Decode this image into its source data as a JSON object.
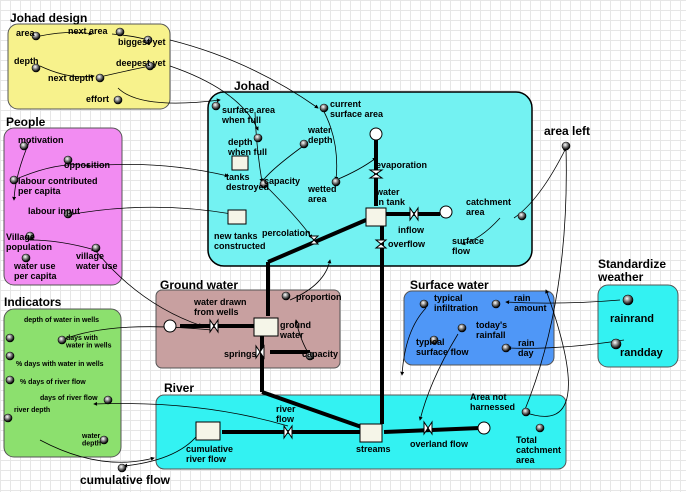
{
  "sectors": {
    "johad_design": "Johad design",
    "johad": "Johad",
    "people": "People",
    "ground_water": "Ground water",
    "surface_water": "Surface water",
    "standardize_weather": "Standardize\nweather",
    "indicators": "Indicators",
    "river": "River"
  },
  "johad_design": {
    "area": "area",
    "next_area": "next area",
    "biggest_yet": "biggest yet",
    "depth": "depth",
    "deepest_yet": "deepest yet",
    "next_depth": "next depth",
    "effort": "effort"
  },
  "johad": {
    "surface_area_when_full": "surface area\nwhen full",
    "current_surface_area": "current\nsurface area",
    "water_depth": "water\ndepth",
    "depth_when_full": "depth\nwhen full",
    "tanks_destroyed": "tanks\ndestroyed",
    "capacity": "capacity",
    "wetted_area": "wetted\narea",
    "evaporation": "evaporation",
    "water_in_tank": "water\nin tank",
    "catchment_area": "catchment\narea",
    "new_tanks_constructed": "new tanks\nconstructed",
    "percolation": "percolation",
    "inflow": "inflow",
    "overflow": "overflow",
    "surface_flow": "surface\nflow"
  },
  "people": {
    "motivation": "motivation",
    "opposition": "opposition",
    "labour_contributed": "labour contributed\nper capita",
    "labour_input": "labour input",
    "village_population": "Village\npopulation",
    "water_use_per_capita": "water use\nper capita",
    "village_water_use": "village\nwater use"
  },
  "area_left": "area left",
  "ground_water": {
    "water_drawn_from_wells": "water drawn\nfrom wells",
    "ground_water": "ground\nwater",
    "proportion": "proportion",
    "springs": "springs",
    "capacity": "capacity"
  },
  "surface_water": {
    "typical_infiltration": "typical\ninfiltration",
    "rain_amount": "rain\namount",
    "todays_rainfall": "today's\nrainfall",
    "typical_surface_flow": "typical\nsurface flow",
    "rain_day": "rain\nday"
  },
  "weather": {
    "rainrand": "rainrand",
    "randday": "randday"
  },
  "indicators": {
    "depth_in_wells": "depth of water in wells",
    "days_with_water": "days with\nwater in wells",
    "pct_days_water_wells": "% days with water in wells",
    "pct_days_river_flow": "% days of river flow",
    "days_river_flow": "days of river flow",
    "river_depth": "river depth",
    "water_depth": "water\ndepth"
  },
  "river": {
    "cumulative_river_flow": "cumulative\nriver flow",
    "river_flow": "river\nflow",
    "streams": "streams",
    "overland_flow": "overland flow",
    "area_not_harnessed": "Area not\nharnessed",
    "total_catchment_area": "Total\ncatchment\narea"
  },
  "cumulative_flow": "cumulative flow",
  "colors": {
    "johad_design": "#f7f28c",
    "people": "#f28cf2",
    "indicators": "#8ce06e",
    "ground_water": "#c8a0a0",
    "surface_water": "#4f97f7",
    "johad": "#73f2f2",
    "river": "#33f2f2",
    "weather": "#33f2f2"
  }
}
